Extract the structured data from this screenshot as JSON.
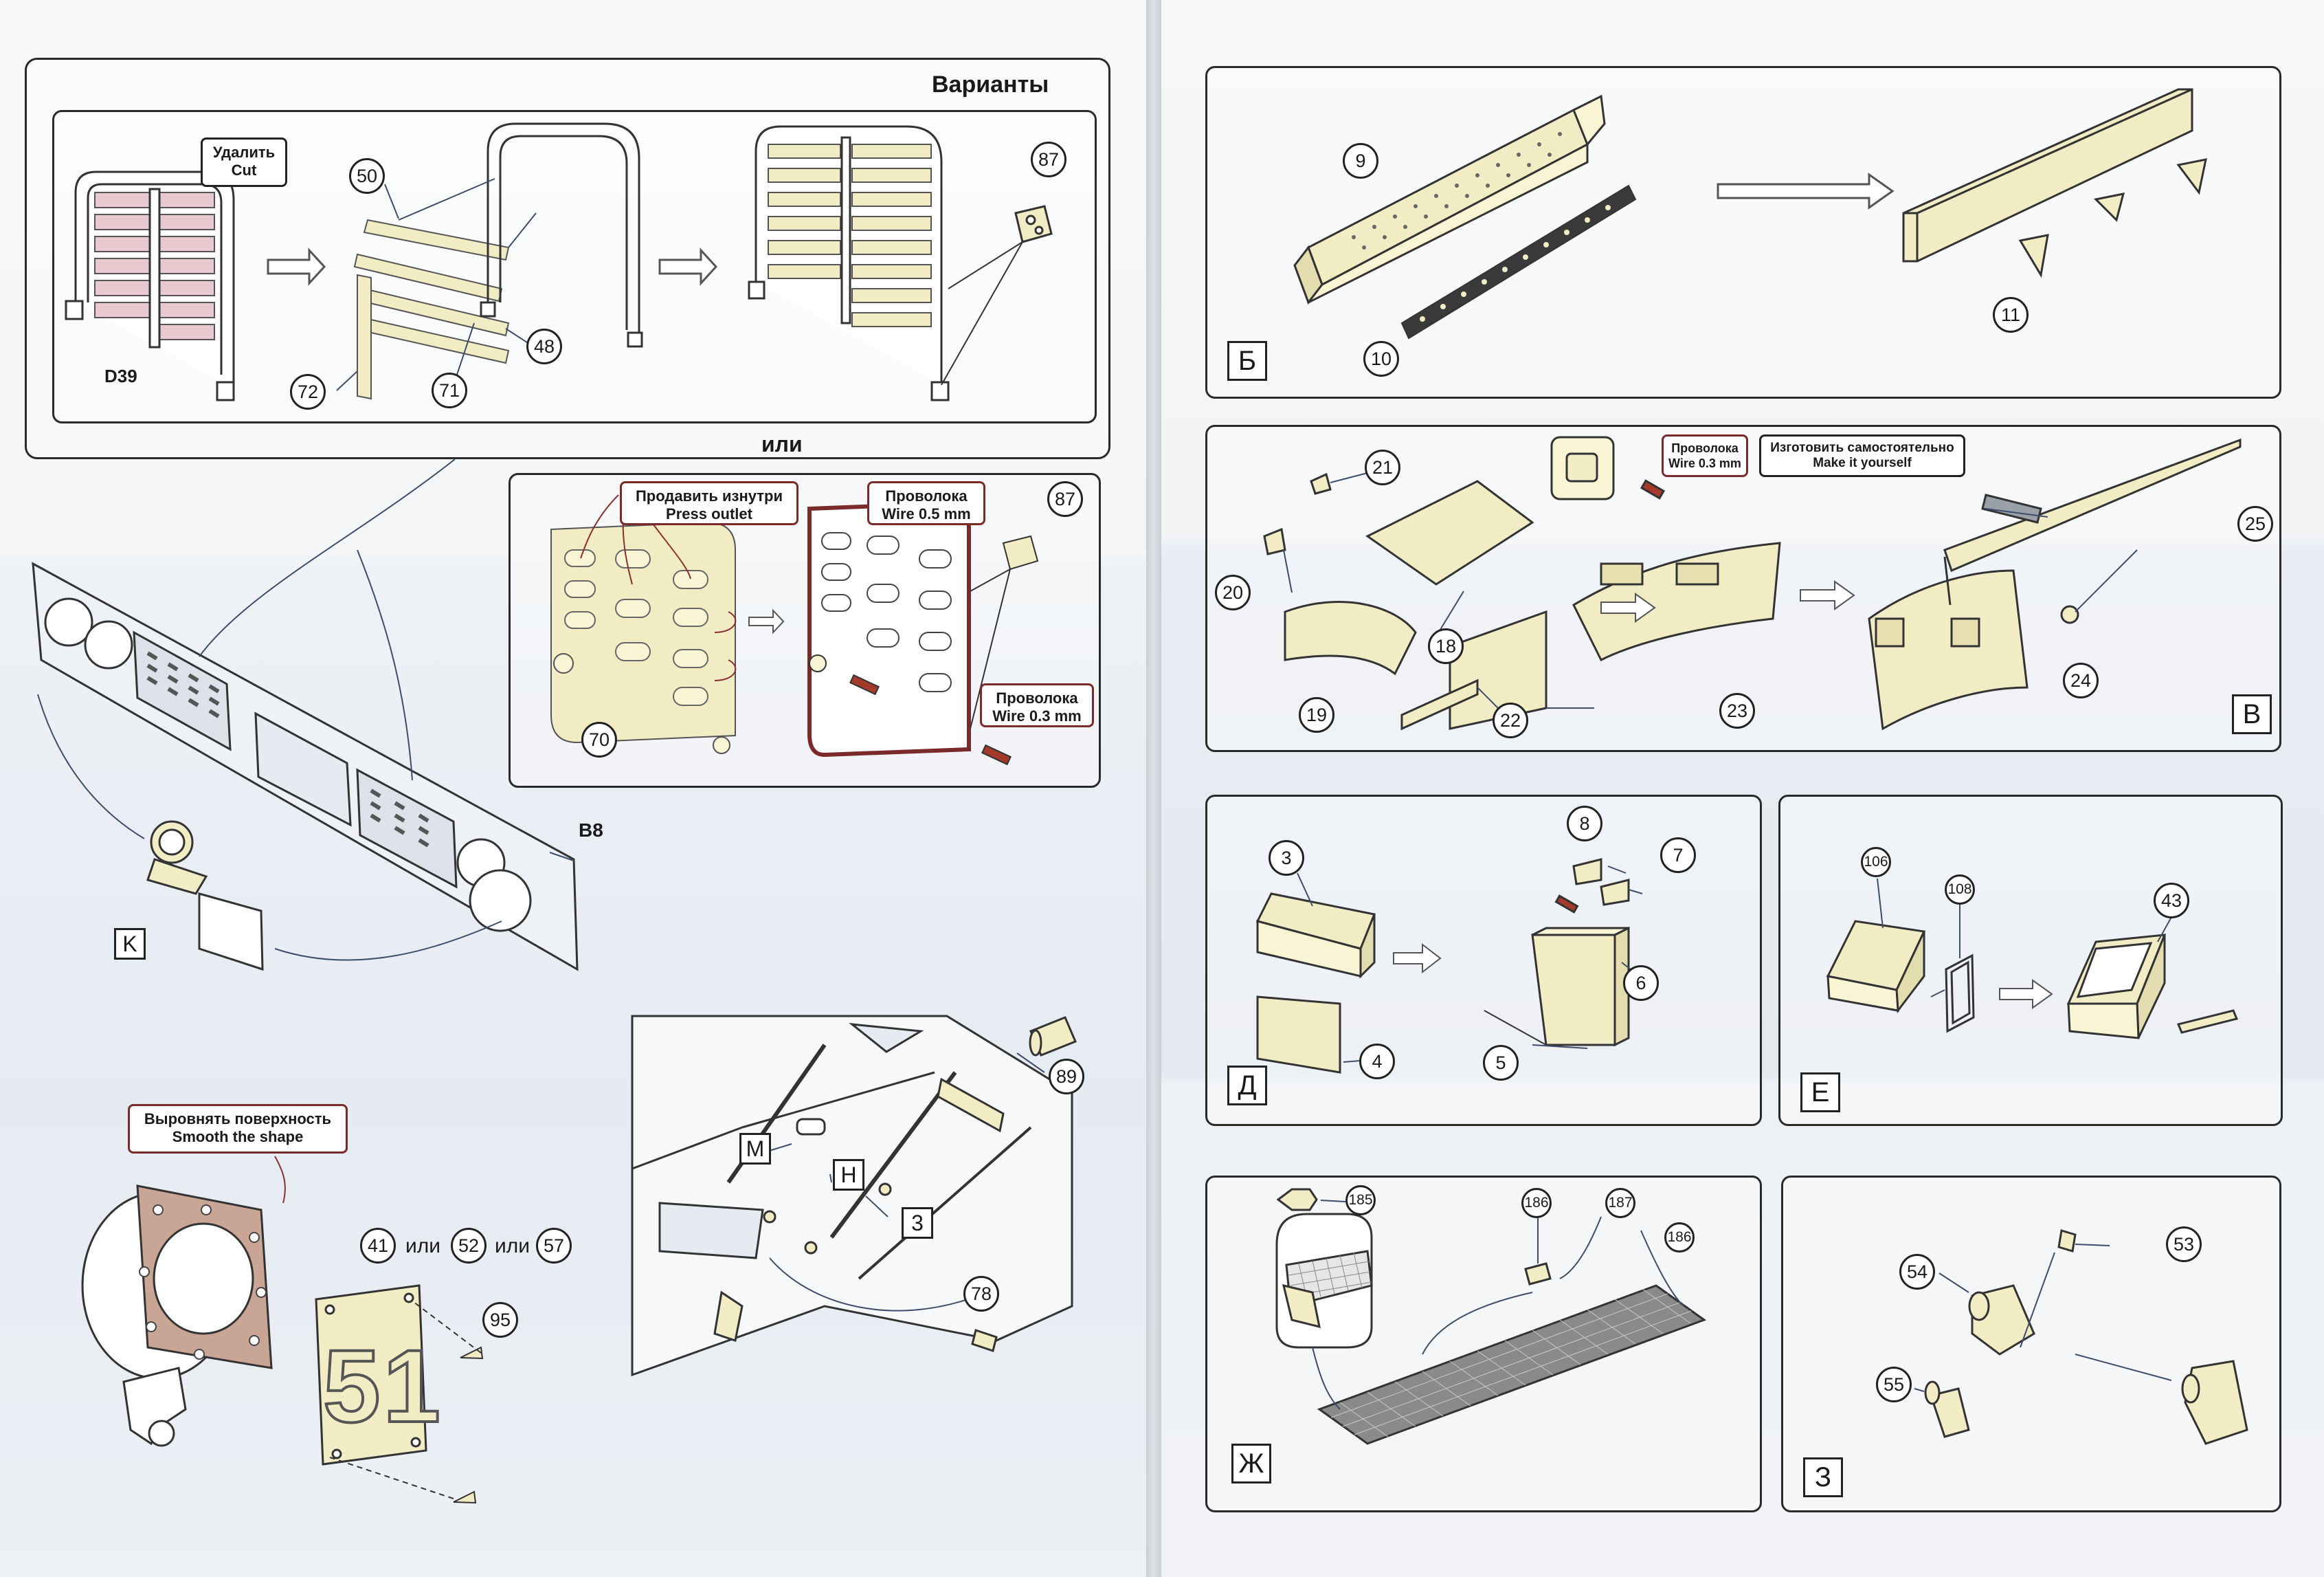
{
  "left_page": {
    "variants_title": "Варианты",
    "or_between": "или",
    "callouts": {
      "cut": [
        "Удалить",
        "Cut"
      ],
      "press_outlet": [
        "Продавить изнутри",
        "Press outlet"
      ],
      "wire_05": [
        "Проволока",
        "Wire 0.5 mm"
      ],
      "wire_03": [
        "Проволока",
        "Wire 0.3 mm"
      ],
      "smooth": [
        "Выровнять поверхность",
        "Smooth the shape"
      ]
    },
    "labels": {
      "d39": "D39",
      "b8": "B8",
      "k": "K",
      "m": "M",
      "h": "H",
      "three": "3"
    },
    "part_numbers": {
      "p50": "50",
      "p48": "48",
      "p71": "71",
      "p72": "72",
      "p87a": "87",
      "p87b": "87",
      "p70": "70",
      "p89": "89",
      "p78": "78",
      "p41": "41",
      "p52": "52",
      "p57": "57",
      "p95": "95"
    },
    "or_words": [
      "или",
      "или"
    ],
    "plate_number": "51"
  },
  "right_page": {
    "panels": {
      "b_letter": "Б",
      "v_letter": "В",
      "d_letter": "Д",
      "e_letter": "Е",
      "zh_letter": "Ж",
      "z_letter": "З"
    },
    "callouts": {
      "wire_03": [
        "Проволока",
        "Wire 0.3 mm"
      ],
      "make_yourself": [
        "Изготовить самостоятельно",
        "Make it yourself"
      ]
    },
    "part_numbers": {
      "p9": "9",
      "p10": "10",
      "p11": "11",
      "p21": "21",
      "p20": "20",
      "p18": "18",
      "p19": "19",
      "p22": "22",
      "p23": "23",
      "p24": "24",
      "p25": "25",
      "p3": "3",
      "p4": "4",
      "p5": "5",
      "p6": "6",
      "p7": "7",
      "p8": "8",
      "p106": "106",
      "p108": "108",
      "p43": "43",
      "p185": "185",
      "p186a": "186",
      "p187": "187",
      "p186b": "186",
      "p53": "53",
      "p54": "54",
      "p55": "55"
    }
  },
  "colors": {
    "part_fill": "#f1ecc4",
    "part_stroke": "#3b3b3b",
    "copper_ring": "#c9a595",
    "wire_red": "#a33a2a",
    "grey_part": "#9aa0a8"
  }
}
